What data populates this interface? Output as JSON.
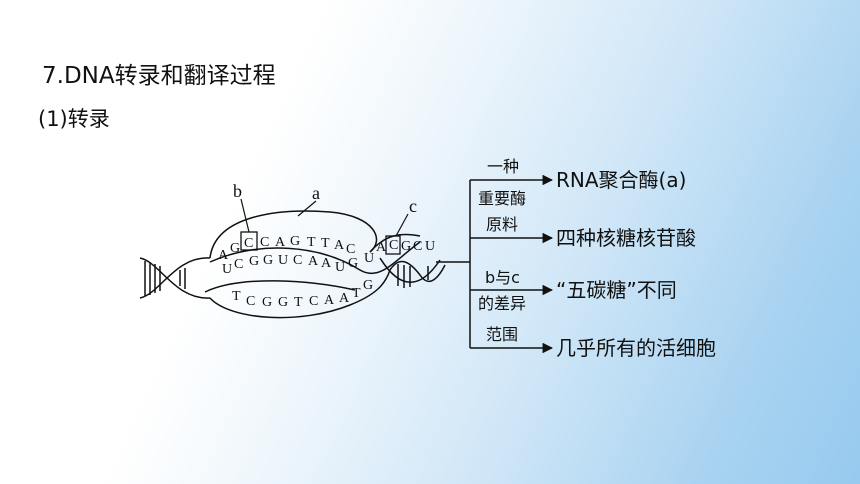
{
  "heading": "7.DNA转录和翻译过程",
  "subheading": "(1)转录",
  "figure": {
    "label_b": "b",
    "label_a": "a",
    "label_c": "c",
    "upper_strand": [
      "A",
      "G",
      "C",
      "C",
      "A",
      "G",
      "T",
      "T",
      "A",
      "C"
    ],
    "upper_tail": "U",
    "rna_strand": [
      "U",
      "C",
      "G",
      "G",
      "U",
      "C",
      "A",
      "A",
      "U",
      "G"
    ],
    "lower_strand": [
      "T",
      "C",
      "G",
      "G",
      "T",
      "C",
      "A",
      "A",
      "T",
      "G"
    ],
    "rna_right": [
      "A",
      "C",
      "G",
      "C",
      "U"
    ]
  },
  "branches": [
    {
      "left": "一种",
      "right": "RNA聚合酶(a)"
    },
    {
      "left": "重要酶",
      "right": ""
    },
    {
      "left": "原料",
      "right": "四种核糖核苷酸"
    },
    {
      "left": "b与c",
      "right": "“五碳糖”不同"
    },
    {
      "left": "的差异",
      "right": ""
    },
    {
      "left": "范围",
      "right": "几乎所有的活细胞"
    }
  ]
}
